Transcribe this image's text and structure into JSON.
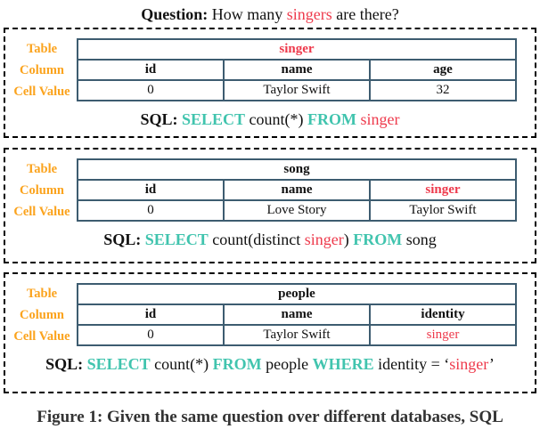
{
  "question": {
    "label": "Question:",
    "before": "How many",
    "highlight": "singers",
    "after": "are there?"
  },
  "row_labels": [
    "Table",
    "Column",
    "Cell Value"
  ],
  "colors": {
    "highlight_red": "#ee3a4c",
    "keyword_teal": "#41c4ae",
    "label_orange": "#fba31d",
    "table_border": "#3d5c70"
  },
  "blocks": [
    {
      "table_name": "singer",
      "columns": [
        "id",
        "name",
        "age"
      ],
      "values": [
        "0",
        "Taylor Swift",
        "32"
      ],
      "sql": [
        {
          "t": "SQL: "
        },
        {
          "t": "SELECT"
        },
        {
          "t": " count(*) "
        },
        {
          "t": "FROM"
        },
        {
          "t": " singer"
        }
      ]
    },
    {
      "table_name": "song",
      "columns": [
        "id",
        "name",
        "singer"
      ],
      "values": [
        "0",
        "Love Story",
        "Taylor Swift"
      ],
      "sql": [
        {
          "t": "SQL: "
        },
        {
          "t": "SELECT"
        },
        {
          "t": " count(distinct "
        },
        {
          "t": "singer"
        },
        {
          "t": ") "
        },
        {
          "t": "FROM"
        },
        {
          "t": " song"
        }
      ]
    },
    {
      "table_name": "people",
      "columns": [
        "id",
        "name",
        "identity"
      ],
      "values": [
        "0",
        "Taylor Swift",
        "singer"
      ],
      "sql": [
        {
          "t": "SQL: "
        },
        {
          "t": "SELECT"
        },
        {
          "t": " count(*) "
        },
        {
          "t": "FROM"
        },
        {
          "t": " people "
        },
        {
          "t": "WHERE"
        },
        {
          "t": " identity = ‘"
        },
        {
          "t": "singer"
        },
        {
          "t": "’"
        }
      ]
    }
  ],
  "caption": "Figure 1: Given the same question over different databases, SQL"
}
